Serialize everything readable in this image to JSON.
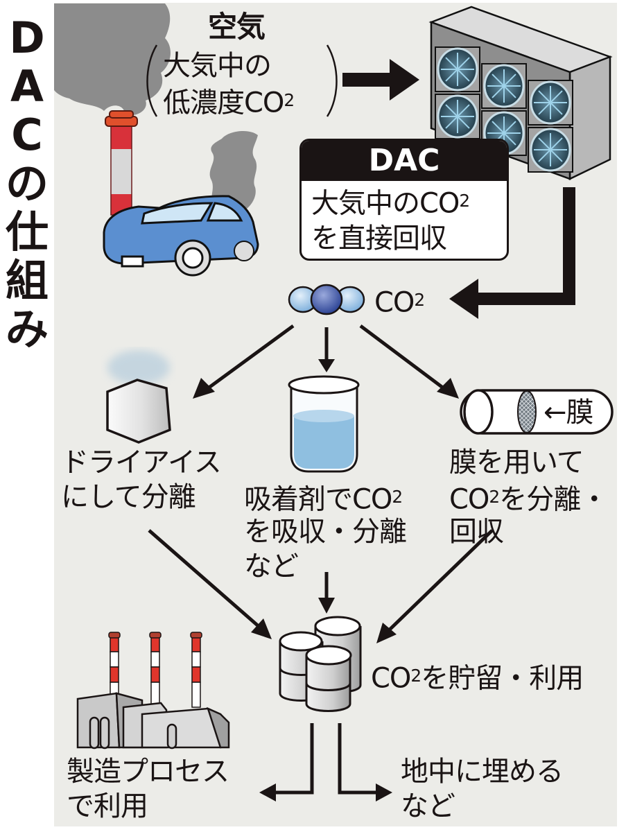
{
  "title": [
    "D",
    "A",
    "C",
    "の",
    "仕",
    "組",
    "み"
  ],
  "air": {
    "label": "空気",
    "detail_line1": "大気中の",
    "detail_line2": "低濃度CO",
    "detail_sub": "2"
  },
  "dac_box": {
    "header": "DAC",
    "line1": "大気中のCO",
    "line1_sub": "2",
    "line2": "を直接回収"
  },
  "co2_label": {
    "text": "CO",
    "sub": "2"
  },
  "methods": [
    {
      "lines": [
        "ドライアイス",
        "にして分離"
      ]
    },
    {
      "lines": [
        "吸着剤でCO",
        "を吸収・分離",
        "など"
      ],
      "sub_after_line0": "2"
    },
    {
      "lines": [
        "膜を用いて",
        "CO",
        "を分離・",
        "回収"
      ],
      "sub": "2"
    }
  ],
  "membrane_label": "←膜",
  "storage": {
    "prefix": "CO",
    "sub": "2",
    "suffix": "を貯留・利用"
  },
  "outcomes": {
    "left": [
      "製造プロセス",
      "で利用"
    ],
    "right": [
      "地中に埋める",
      "など"
    ]
  },
  "colors": {
    "panel_bg": "#ecece8",
    "ink": "#1a1414",
    "chimney_red": "#e0362c",
    "car_blue": "#5b8fd0",
    "co2_light": "#9cc3e6",
    "co2_dark": "#3c56a8",
    "water_blue": "#8fbfe0",
    "smoke_gray": "#8a8a8a"
  }
}
